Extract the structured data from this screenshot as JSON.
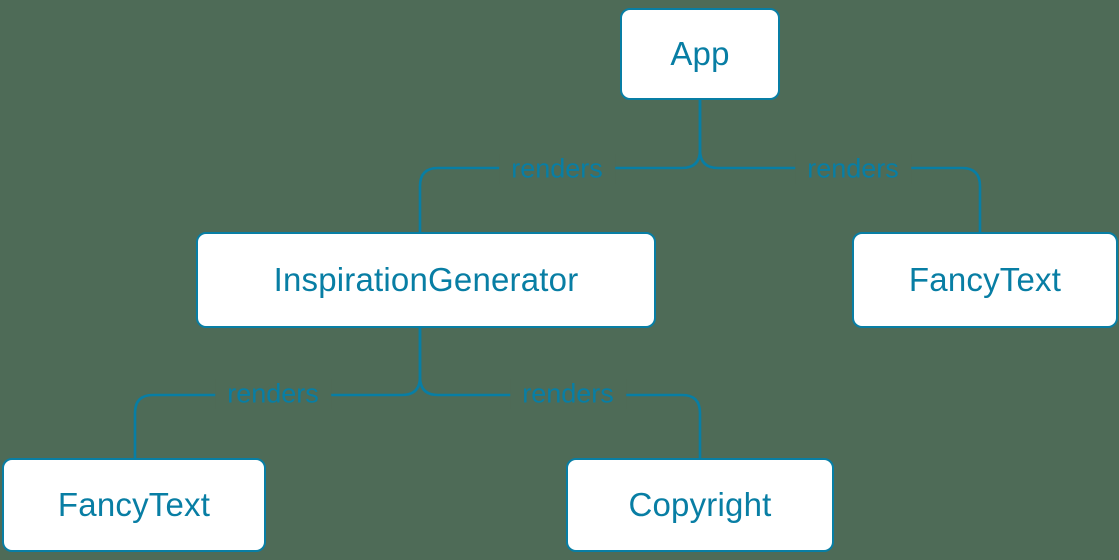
{
  "diagram": {
    "type": "tree",
    "colors": {
      "background": "#4e6b57",
      "accent": "#087ea4",
      "node_background": "#ffffff"
    },
    "nodes": [
      {
        "id": "app",
        "label": "App"
      },
      {
        "id": "inspiration-generator",
        "label": "InspirationGenerator"
      },
      {
        "id": "fancy-text-right",
        "label": "FancyText"
      },
      {
        "id": "fancy-text-left",
        "label": "FancyText"
      },
      {
        "id": "copyright",
        "label": "Copyright"
      }
    ],
    "edges": [
      {
        "from": "App",
        "to": "InspirationGenerator",
        "label": "renders"
      },
      {
        "from": "App",
        "to": "FancyText",
        "label": "renders"
      },
      {
        "from": "InspirationGenerator",
        "to": "FancyText",
        "label": "renders"
      },
      {
        "from": "InspirationGenerator",
        "to": "Copyright",
        "label": "renders"
      }
    ]
  }
}
